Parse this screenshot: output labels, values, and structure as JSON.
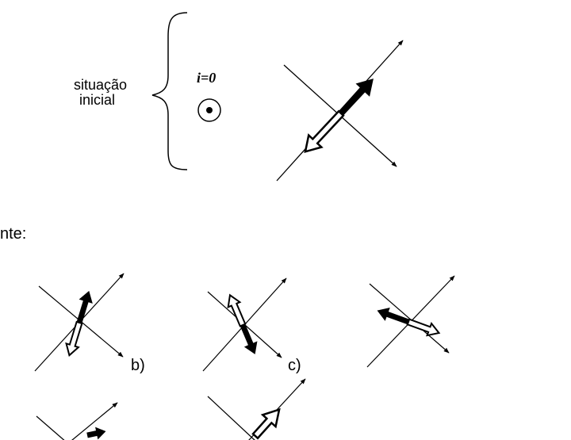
{
  "header": {
    "situacao_label": "situação",
    "inicial_label": "inicial",
    "current_label": "i=0"
  },
  "question": {
    "trailing_text": "nte:"
  },
  "options": {
    "b_label": "b)",
    "c_label": "c)"
  }
}
